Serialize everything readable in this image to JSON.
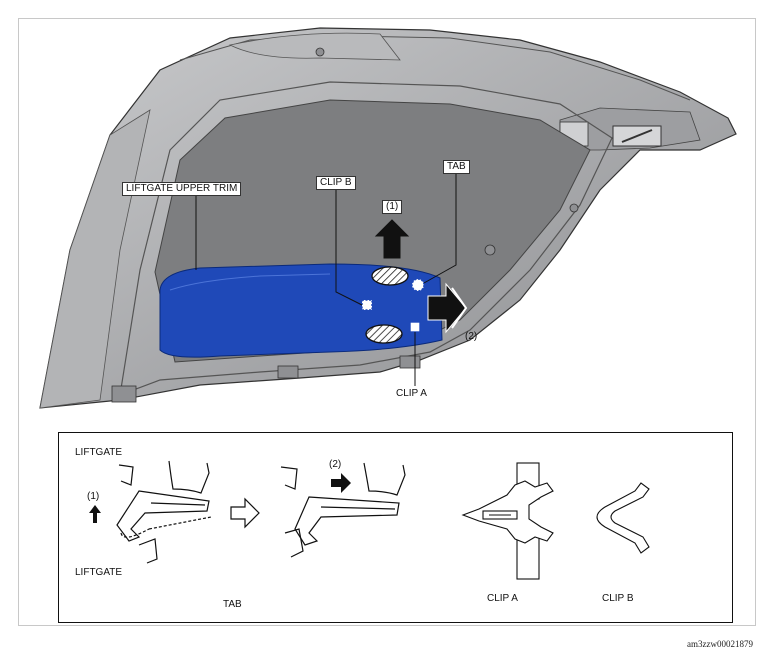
{
  "labels": {
    "liftgate_upper_trim": "LIFTGATE UPPER TRIM",
    "clip_b": "CLIP B",
    "tab": "TAB",
    "step1": "(1)",
    "step2": "(2)",
    "clip_a": "CLIP A"
  },
  "detail": {
    "liftgate_top": "LIFTGATE",
    "liftgate_bottom": "LIFTGATE",
    "step1": "(1)",
    "step2": "(2)",
    "tab_caption": "TAB",
    "clip_a_caption": "CLIP A",
    "clip_b_caption": "CLIP B"
  },
  "document_id": "am3zzw00021879",
  "colors": {
    "trim_blue": "#1f49b8",
    "body_gray": "#a9aaac",
    "window_gray": "#7d7e80",
    "arrow_black": "#111111"
  }
}
